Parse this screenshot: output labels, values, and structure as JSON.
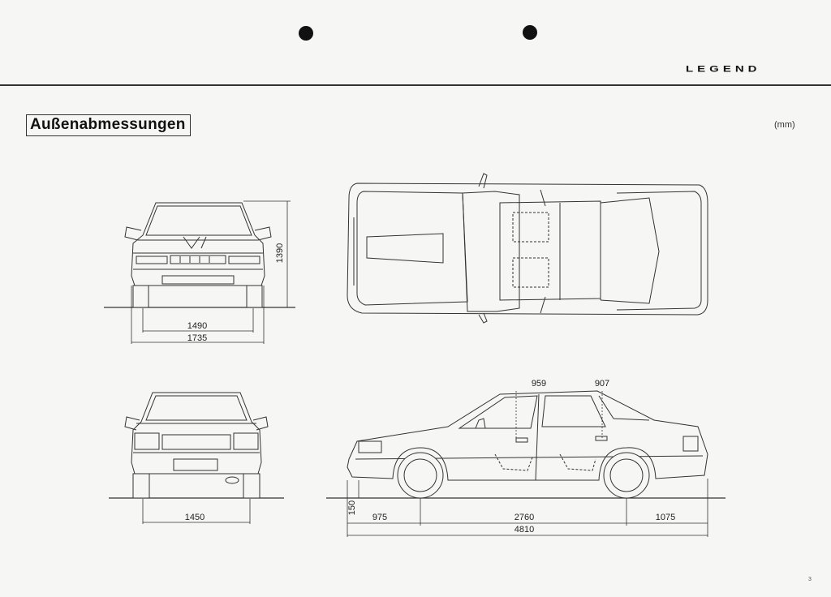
{
  "header": {
    "brand": "LEGEND"
  },
  "section": {
    "title": "Außenabmessungen",
    "unit": "(mm)"
  },
  "front_view": {
    "height": "1390",
    "track": "1490",
    "width": "1735"
  },
  "rear_view": {
    "track": "1450"
  },
  "side_view": {
    "front_headroom": "959",
    "rear_headroom": "907",
    "ground_clearance": "150",
    "front_overhang": "975",
    "wheelbase": "2760",
    "rear_overhang": "1075",
    "length": "4810"
  },
  "footer": {
    "page_number": "3"
  }
}
